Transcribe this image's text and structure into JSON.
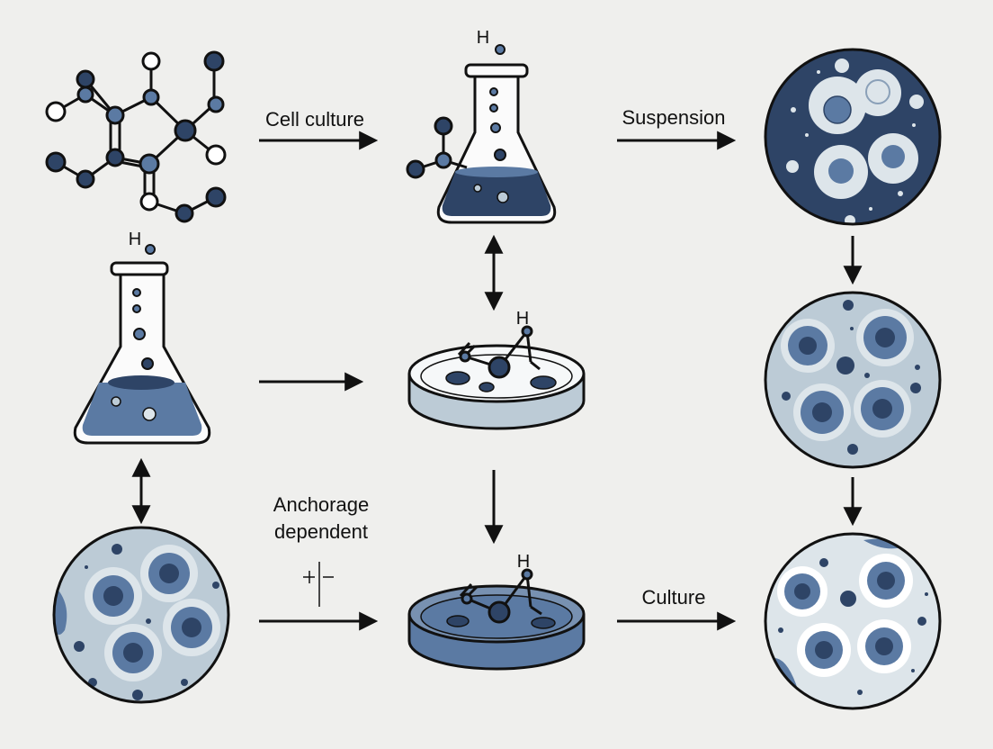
{
  "labels": {
    "cell_culture": "Cell culture",
    "suspension": "Suspension",
    "anchorage_line1": "Anchorage",
    "anchorage_line2": "dependent",
    "culture": "Culture",
    "h_atom": "H"
  },
  "colors": {
    "background": "#efefed",
    "outline": "#111111",
    "navy": "#2e4466",
    "steel": "#5b7aa3",
    "pale_blue": "#bccbd6",
    "light_fill": "#dde5ea",
    "white": "#ffffff"
  },
  "icons": [
    "molecule-icon",
    "flask-icon",
    "petri-dish-icon",
    "cell-micrograph-icon",
    "arrow-icon"
  ]
}
